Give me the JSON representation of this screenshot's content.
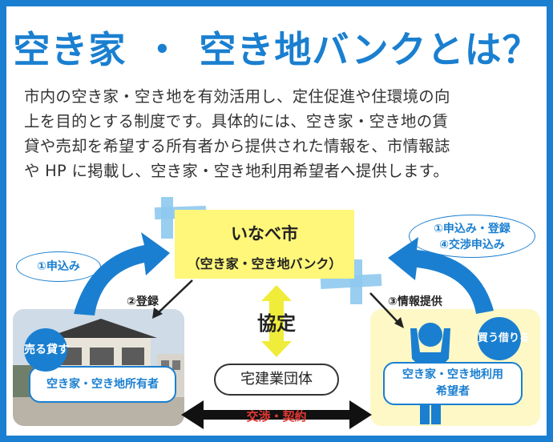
{
  "title": {
    "left": "空き家",
    "separator": "・",
    "right": "空き地バンクとは？"
  },
  "description": {
    "lines": [
      "市内の空き家・空き地を有効活用し、定住促進や住環境の向",
      "上を目的とする制度です。具体的には、空き家・空き地の賃",
      "貸や売却を希望する所有者から提供された情報を、市情報誌",
      "や HP に掲載し、空き家・空き地利用希望者へ提供します。"
    ]
  },
  "city": {
    "name": "いなべ市",
    "subtitle": "（空き家・空き地バンク）"
  },
  "steps": {
    "apply_left": "①申込み",
    "register": "②登録",
    "info": "③情報提供",
    "apply_right_1": "①申込み・登録",
    "apply_right_2": "④交渉申込み"
  },
  "agreement": "協定",
  "realestate": "宅建業団体",
  "owner": {
    "badge": "売る貸す",
    "label": "空き家・空き地所有者"
  },
  "applicant": {
    "badge": "買う借りる",
    "label_line1": "空き家・空き地利用",
    "label_line2": "希望者"
  },
  "deal": "交渉・契約",
  "colors": {
    "blue": "#1a7fd0",
    "yellow": "#fff77a",
    "red": "#e53935",
    "light_yellow": "#fdf8c6"
  }
}
